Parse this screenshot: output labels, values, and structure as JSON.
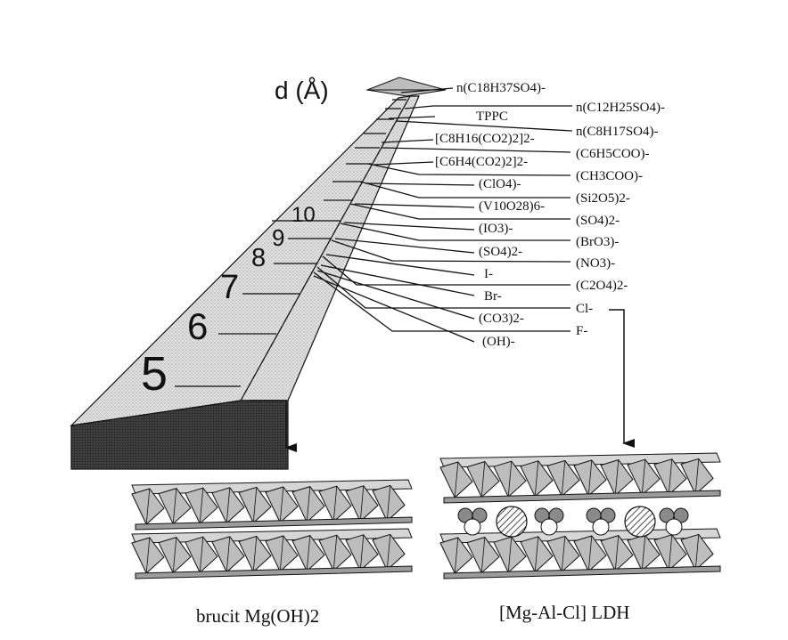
{
  "axis_label": "d (Å)",
  "scale_numbers": [
    {
      "value": "10"
    },
    {
      "value": "9"
    },
    {
      "value": "8"
    },
    {
      "value": "7"
    },
    {
      "value": "6"
    },
    {
      "value": "5"
    }
  ],
  "left_anions": [
    "TPPC",
    "[C8H16(CO2)2]2-",
    "[C6H4(CO2)2]2-",
    "(ClO4)-",
    "(V10O28)6-",
    "(IO3)-",
    "(SO4)2-",
    "I-",
    "Br-",
    "(CO3)2-",
    "(OH)-"
  ],
  "right_anions": [
    "n(C18H37SO4)-",
    "n(C12H25SO4)-",
    "n(C8H17SO4)-",
    "(C6H5COO)-",
    "(CH3COO)-",
    "(Si2O5)2-",
    "(SO4)2-",
    "(BrO3)-",
    "(NO3)-",
    "(C2O4)2-",
    "Cl-",
    "F-"
  ],
  "captions": {
    "left": "brucit Mg(OH)2",
    "right": "[Mg-Al-Cl] LDH"
  },
  "colors": {
    "wedge_fill": "#dcdcdc",
    "wedge_base": "#3a3a3a",
    "octahedra": "#bdbdbd",
    "ink": "#111111"
  }
}
